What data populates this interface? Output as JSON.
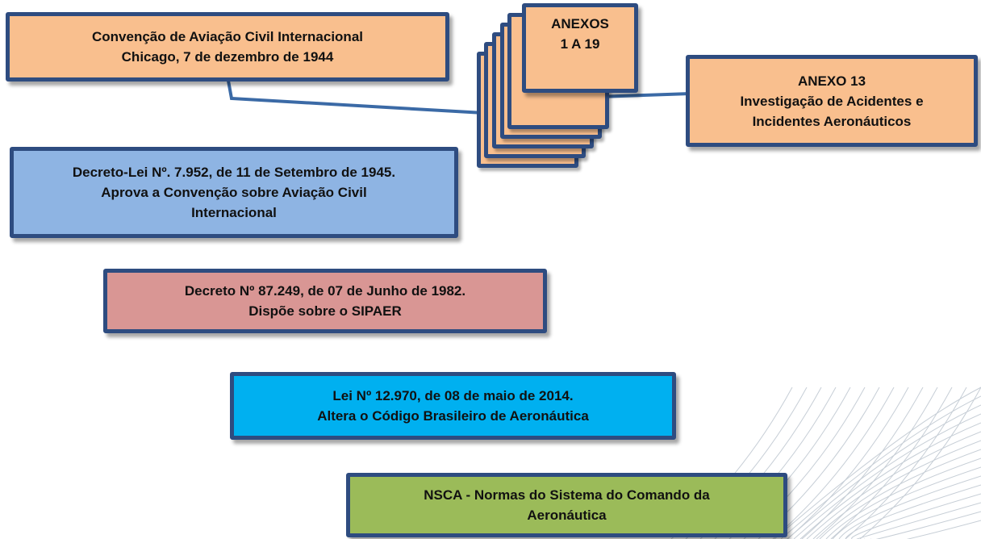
{
  "colors": {
    "border": "#2e4c80",
    "orange": "#f9bf8e",
    "blue": "#8eb4e3",
    "pink": "#d99694",
    "cyan": "#00b0f0",
    "green": "#9bbb59"
  },
  "boxes": {
    "convention": {
      "text": "Convenção de Aviação Civil Internacional\nChicago, 7 de dezembro de 1944"
    },
    "annexes": {
      "text": "ANEXOS\n1 A 19"
    },
    "annex13": {
      "text": "ANEXO 13\nInvestigação de Acidentes e\nIncidentes Aeronáuticos"
    },
    "decree_law": {
      "text": "Decreto-Lei Nº. 7.952, de 11 de Setembro de 1945.\nAprova a Convenção sobre Aviação Civil\nInternacional"
    },
    "decree_1982": {
      "text": "Decreto Nº 87.249, de 07 de Junho de 1982.\nDispõe sobre o SIPAER"
    },
    "law_2014": {
      "text": "Lei Nº 12.970, de 08 de maio de 2014.\nAltera o Código Brasileiro de Aeronáutica"
    },
    "nsca": {
      "text": "NSCA - Normas do Sistema do Comando da\nAeronáutica"
    }
  }
}
